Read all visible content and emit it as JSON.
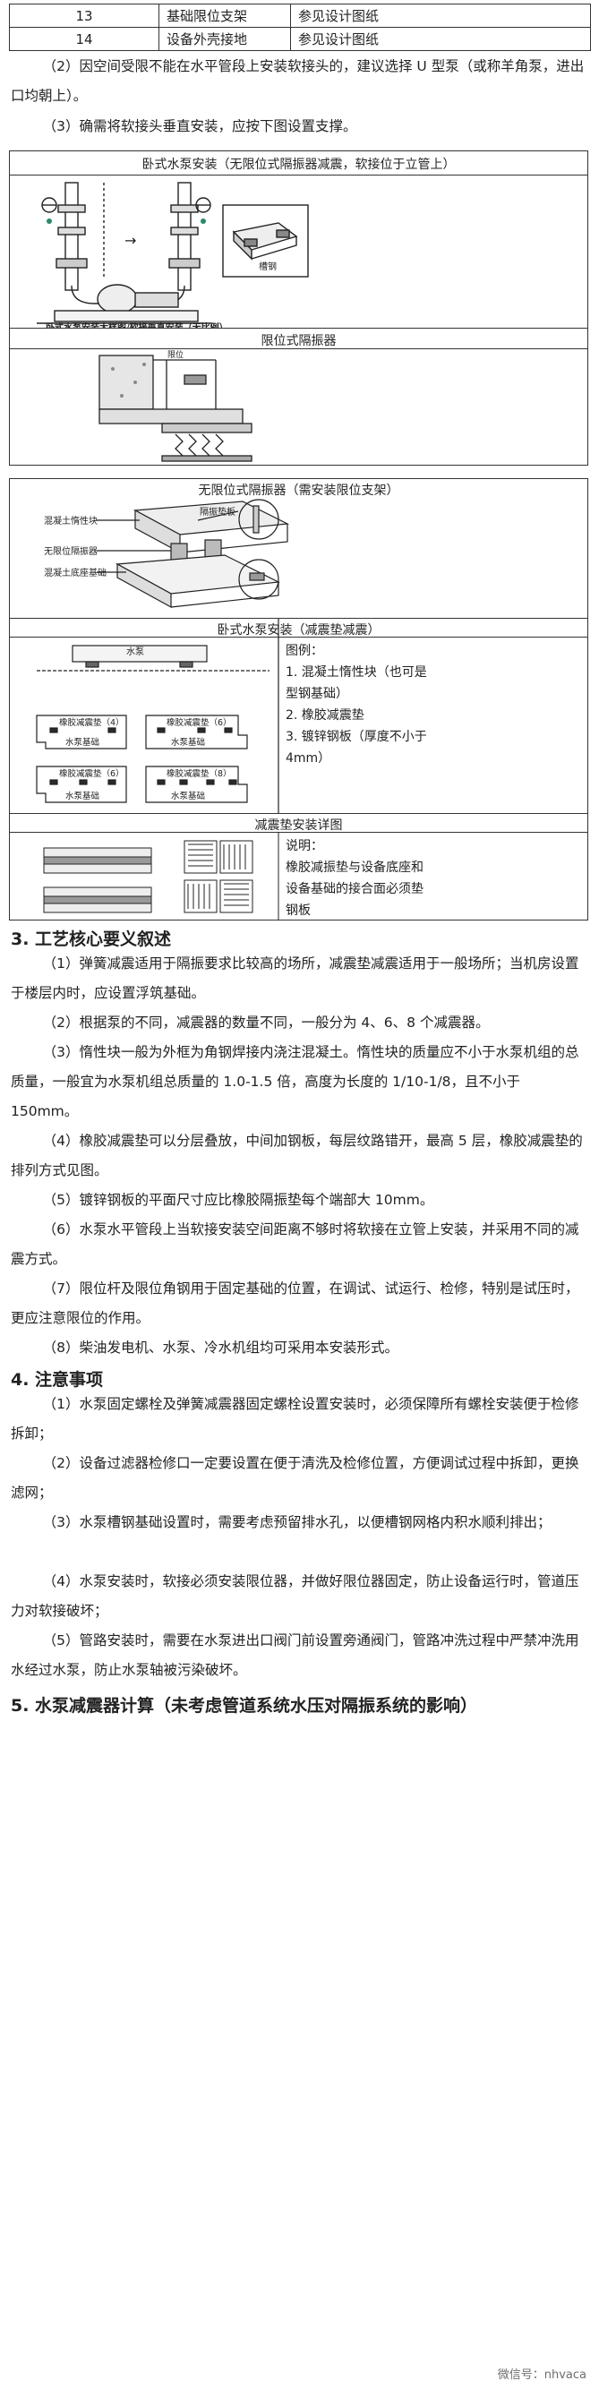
{
  "table": {
    "rows": [
      {
        "no": "13",
        "name": "基础限位支架",
        "remark": "参见设计图纸"
      },
      {
        "no": "14",
        "name": "设备外壳接地",
        "remark": "参见设计图纸"
      }
    ]
  },
  "notes": {
    "p2": "（2）因空间受限不能在水平管段上安装软接头的，建议选择 U 型泵（或称羊角泵，进出口均朝上）。",
    "p3": "（3）确需将软接头垂直安装，应按下图设置支撑。"
  },
  "fig1": {
    "title": "卧式水泵安装（无限位式隔振器减震，软接位于立管上）",
    "caption": "卧式水泵安装大样图/软接垂直安装（无比例）",
    "detail_label": "槽钢",
    "flow_arrow": "→"
  },
  "fig2": {
    "title": "限位式隔振器",
    "label": "限位"
  },
  "fig3": {
    "title": "无限位式隔振器（需安装限位支架）",
    "left_labels": [
      "混凝土惰性块",
      "无限位隔振器",
      "混凝土底座基础"
    ],
    "right_label": "隔振垫板"
  },
  "fig4": {
    "title": "卧式水泵安装（减震垫减震）",
    "pump_label": "水泵",
    "legend_title": "图例：",
    "legend": [
      "1. 混凝土惰性块（也可是型钢基础）",
      "2. 橡胶减震垫",
      "3. 镀锌钢板（厚度不小于 4mm）"
    ],
    "pads": [
      {
        "label": "橡胶减震垫（4）",
        "base": "水泵基础"
      },
      {
        "label": "橡胶减震垫（6）",
        "base": "水泵基础"
      },
      {
        "label": "橡胶减震垫（6）",
        "base": "水泵基础"
      },
      {
        "label": "橡胶减震垫（8）",
        "base": "水泵基础"
      }
    ]
  },
  "fig5": {
    "title": "减震垫安装详图",
    "note_title": "说明：",
    "note": "橡胶减振垫与设备底座和设备基础的接合面必须垫钢板"
  },
  "section3": {
    "heading": "3. 工艺核心要义叙述",
    "items": [
      "（1）弹簧减震适用于隔振要求比较高的场所，减震垫减震适用于一般场所；当机房设置于楼层内时，应设置浮筑基础。",
      "（2）根据泵的不同，减震器的数量不同，一般分为 4、6、8 个减震器。",
      "（3）惰性块一般为外框为角钢焊接内浇注混凝土。惰性块的质量应不小于水泵机组的总质量，一般宜为水泵机组总质量的 1.0-1.5 倍，高度为长度的 1/10-1/8，且不小于 150mm。",
      "（4）橡胶减震垫可以分层叠放，中间加钢板，每层纹路错开，最高 5 层，橡胶减震垫的排列方式见图。",
      "（5）镀锌钢板的平面尺寸应比橡胶隔振垫每个端部大 10mm。",
      "（6）水泵水平管段上当软接安装空间距离不够时将软接在立管上安装，并采用不同的减震方式。",
      "（7）限位杆及限位角钢用于固定基础的位置，在调试、试运行、检修，特别是试压时，更应注意限位的作用。",
      "（8）柴油发电机、水泵、冷水机组均可采用本安装形式。"
    ]
  },
  "section4": {
    "heading": "4. 注意事项",
    "items": [
      "（1）水泵固定螺栓及弹簧减震器固定螺栓设置安装时，必须保障所有螺栓安装便于检修拆卸；",
      "（2）设备过滤器检修口一定要设置在便于清洗及检修位置，方便调试过程中拆卸，更换滤网；",
      "（3）水泵槽钢基础设置时，需要考虑预留排水孔，以便槽钢网格内积水顺利排出；",
      "（4）水泵安装时，软接必须安装限位器，并做好限位器固定，防止设备运行时，管道压力对软接破坏；",
      "（5）管路安装时，需要在水泵进出口阀门前设置旁通阀门，管路冲洗过程中严禁冲洗用水经过水泵，防止水泵轴被污染破坏。"
    ]
  },
  "section5": {
    "heading": "5. 水泵减震器计算（未考虑管道系统水压对隔振系统的影响）"
  },
  "watermark": "微信号：nhvaca"
}
